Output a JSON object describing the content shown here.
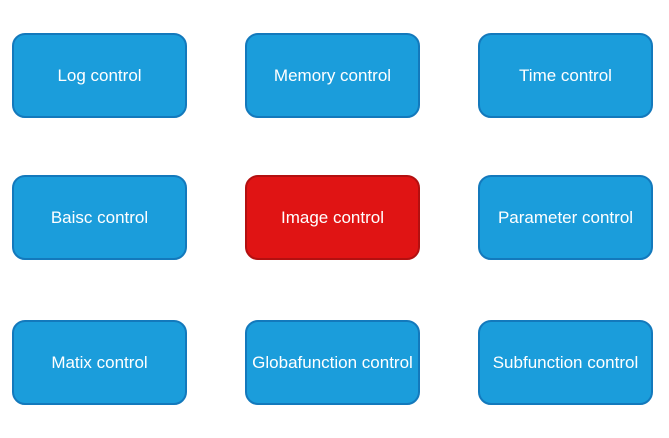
{
  "page": {
    "background": "#FFFFFF"
  },
  "colors": {
    "blue_fill": "#1B9DDB",
    "blue_border": "#1379BC",
    "red_fill": "#E01414",
    "red_border": "#B31010",
    "label_text": "#FFFFFF"
  },
  "grid": {
    "buttons": [
      {
        "label": "Log control",
        "variant": "blue"
      },
      {
        "label": "Memory control",
        "variant": "blue"
      },
      {
        "label": "Time control",
        "variant": "blue"
      },
      {
        "label": "Baisc control",
        "variant": "blue"
      },
      {
        "label": "Image control",
        "variant": "red"
      },
      {
        "label": "Parameter control",
        "variant": "blue"
      },
      {
        "label": "Matix control",
        "variant": "blue"
      },
      {
        "label": "Globafunction control",
        "variant": "blue"
      },
      {
        "label": "Subfunction control",
        "variant": "blue"
      }
    ]
  }
}
